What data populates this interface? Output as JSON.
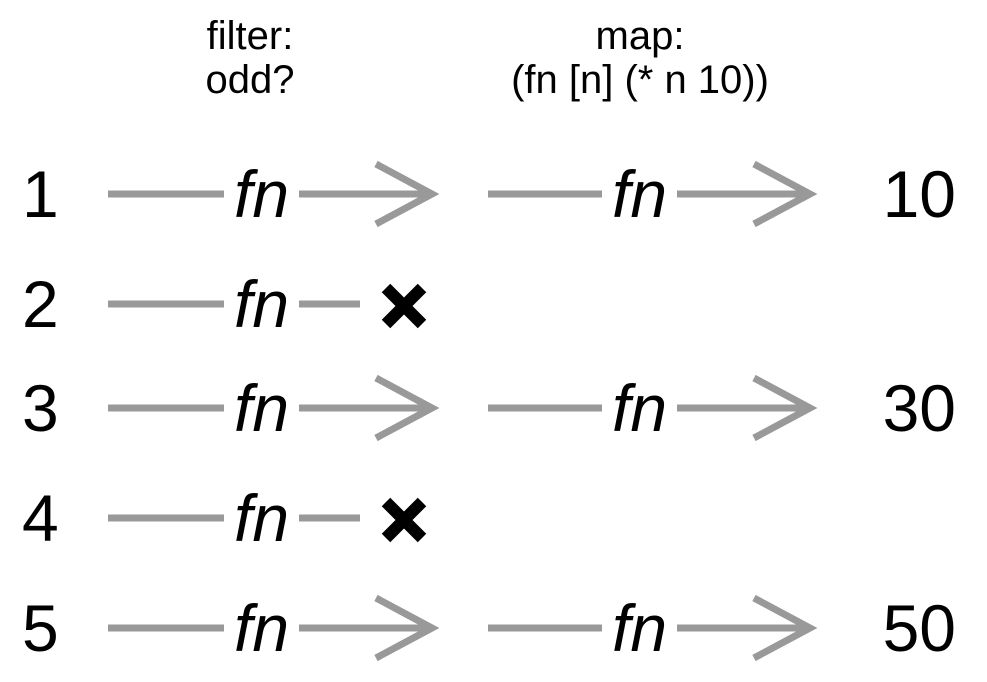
{
  "headers": {
    "filter": {
      "line1": "filter:",
      "line2": "odd?"
    },
    "map": {
      "line1": "map:",
      "line2": "(fn [n] (* n 10))"
    }
  },
  "fn_label": "fn",
  "rows": [
    {
      "input": "1",
      "passes_filter": true,
      "output": "10"
    },
    {
      "input": "2",
      "passes_filter": false,
      "output": ""
    },
    {
      "input": "3",
      "passes_filter": true,
      "output": "30"
    },
    {
      "input": "4",
      "passes_filter": false,
      "output": ""
    },
    {
      "input": "5",
      "passes_filter": true,
      "output": "50"
    }
  ],
  "colors": {
    "arrow": "#999999",
    "text": "#000000",
    "reject_mark": "#000000",
    "background": "#ffffff"
  }
}
